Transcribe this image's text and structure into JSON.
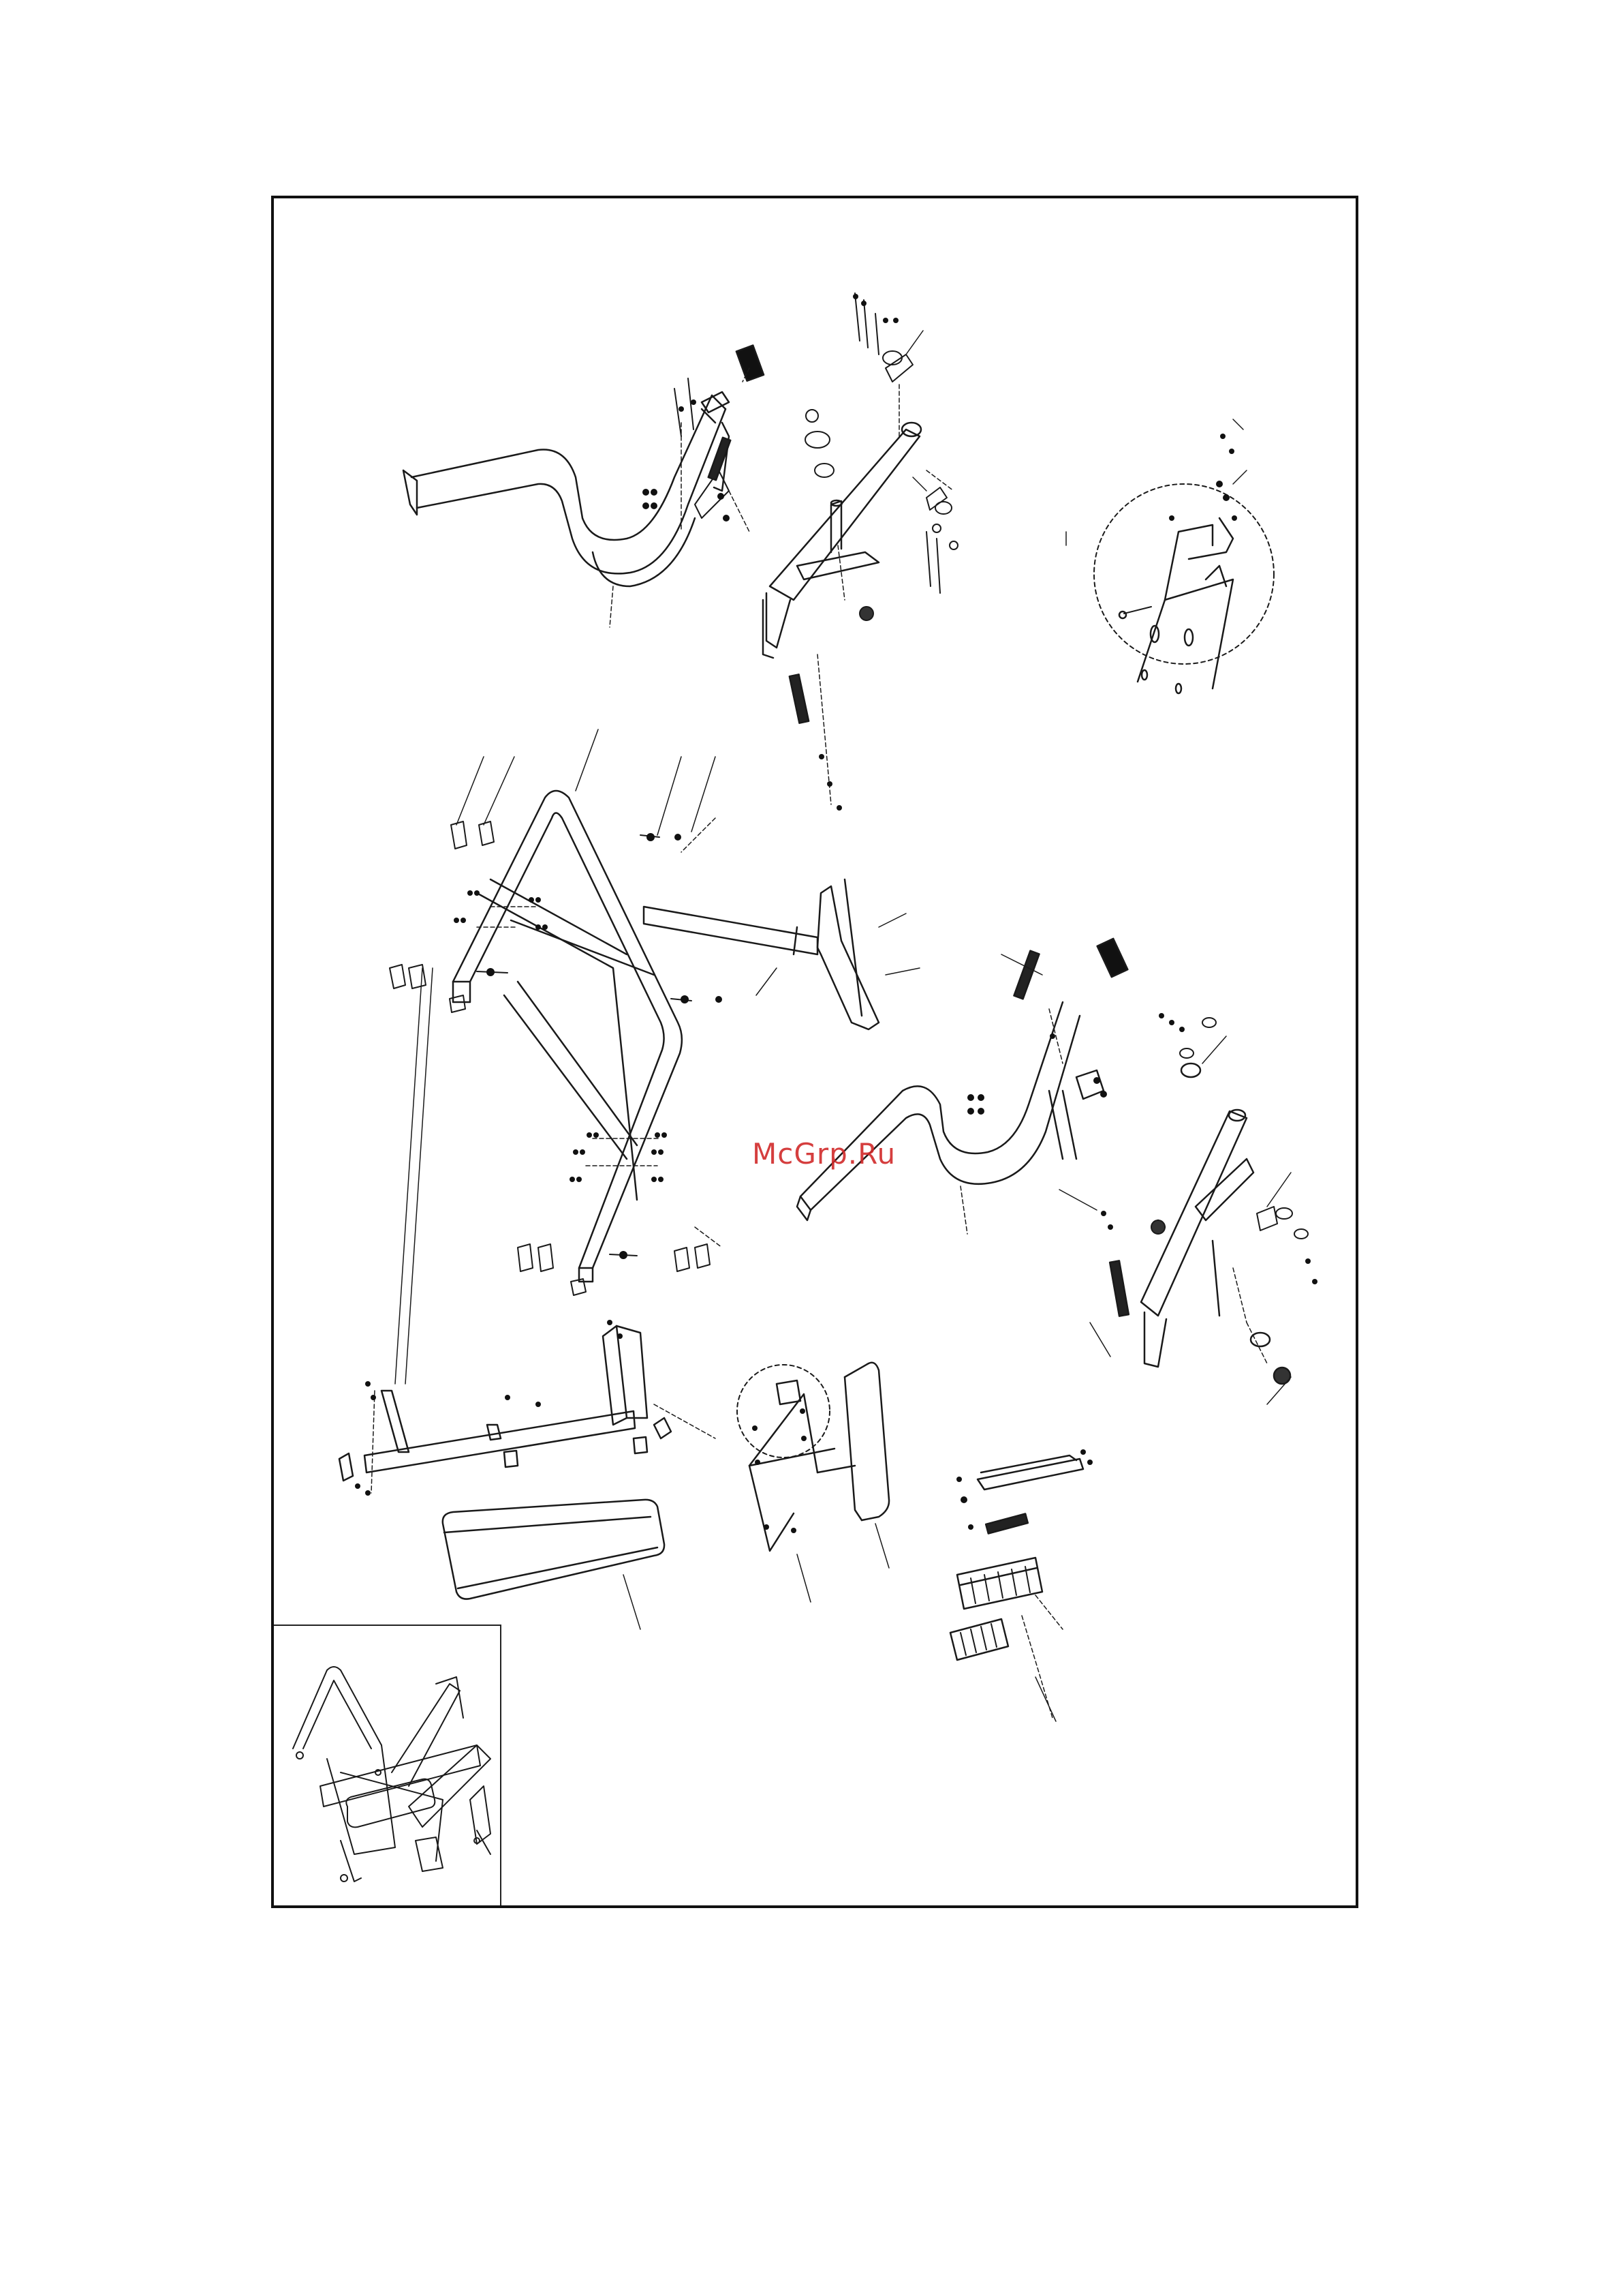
{
  "watermark": {
    "text": "McGrp.Ru",
    "color": "#d12a2a"
  },
  "diagram": {
    "line_color": "#1a1a1a",
    "background": "#ffffff",
    "parts": [
      "upper-left-handle-arm",
      "upper-center-swing-arm",
      "detail-circle-bracket",
      "main-a-frame",
      "front-crossbar",
      "right-handle-arm",
      "right-swing-arm",
      "base-frame",
      "seat-cushion",
      "back-pad-bracket",
      "pedal-assembly",
      "assembled-view-inset"
    ]
  }
}
